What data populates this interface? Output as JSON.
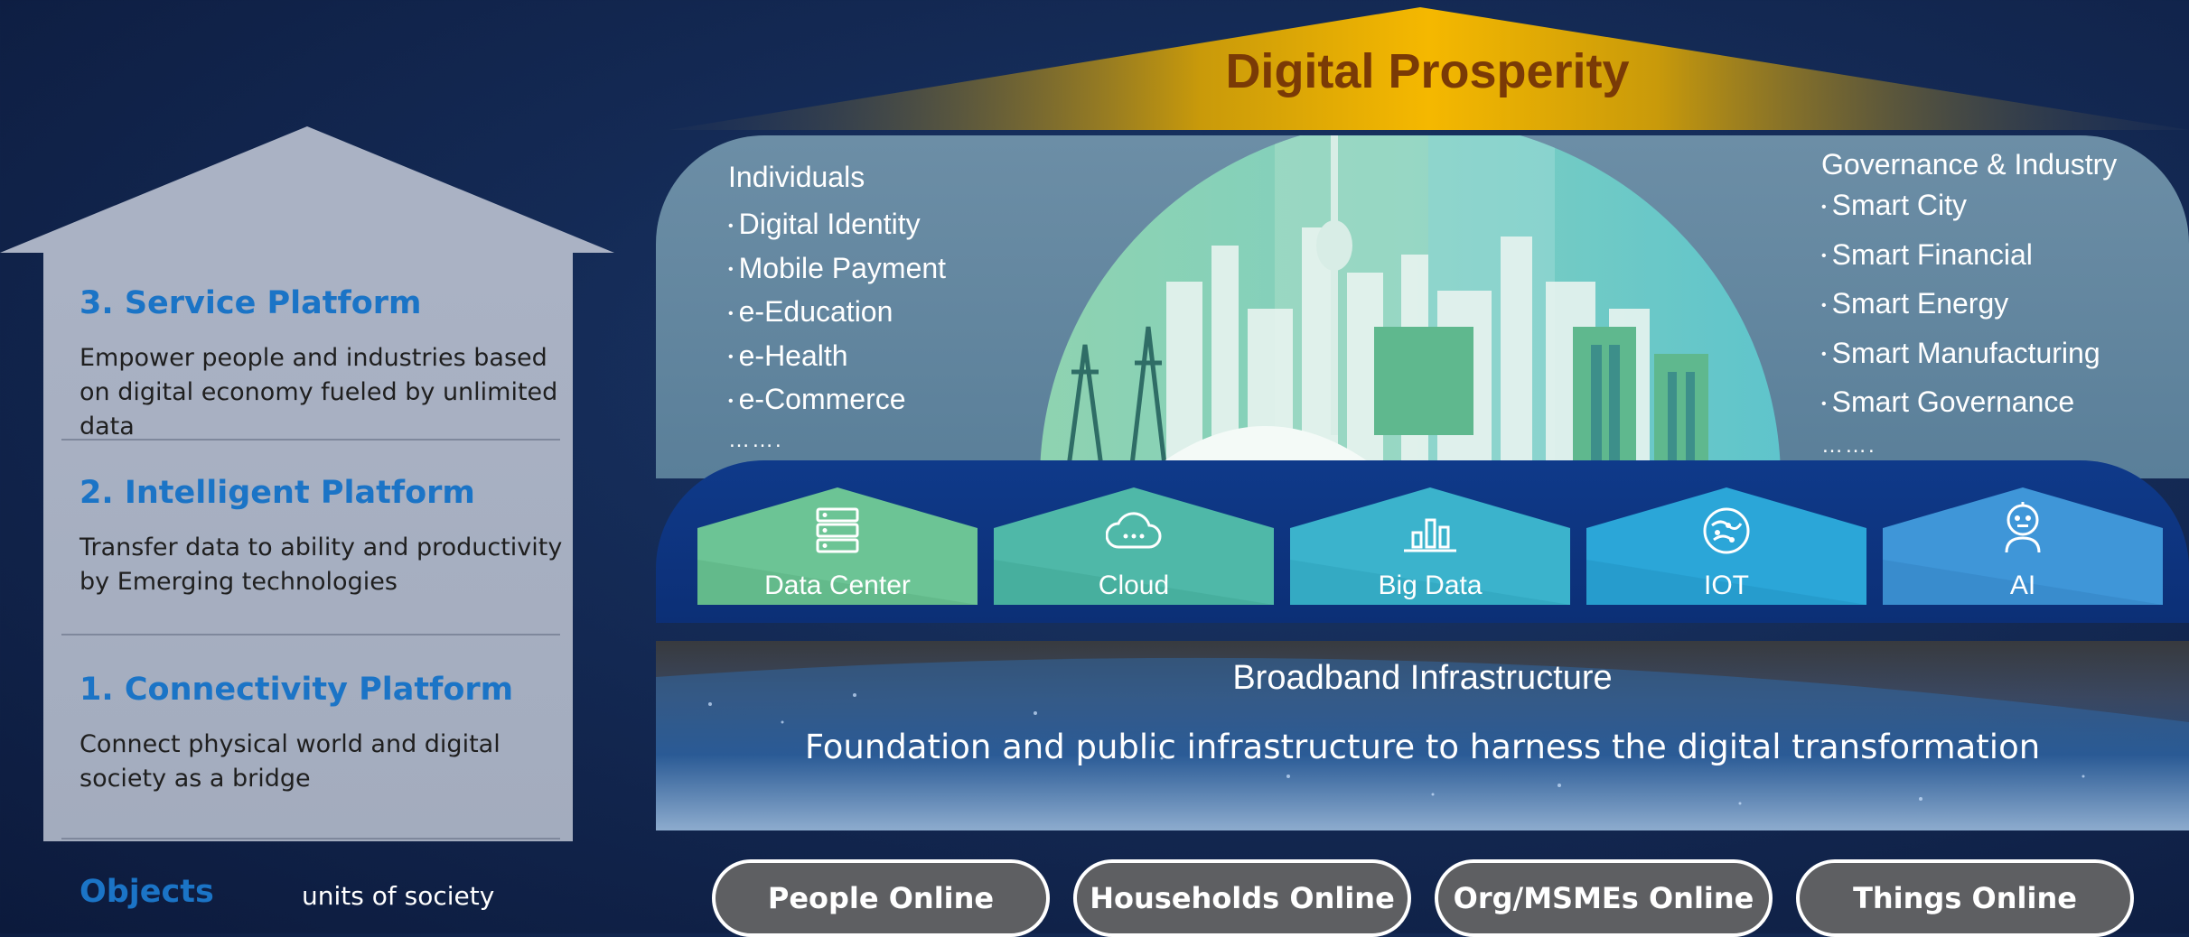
{
  "left_panel": {
    "platforms": [
      {
        "title": "3. Service Platform",
        "description": "Empower people and industries based on digital economy fueled by unlimited data"
      },
      {
        "title": "2. Intelligent Platform",
        "description": "Transfer data to ability and productivity by Emerging technologies"
      },
      {
        "title": "1. Connectivity Platform",
        "description": "Connect physical world and digital society as a bridge"
      }
    ],
    "objects_label": "Objects",
    "objects_description": "units of society"
  },
  "top": {
    "title": "Digital Prosperity"
  },
  "individuals": {
    "heading": "Individuals",
    "items": [
      "Digital Identity",
      "Mobile Payment",
      "e-Education",
      "e-Health",
      "e-Commerce"
    ],
    "more": "……."
  },
  "governance": {
    "heading": "Governance & Industry",
    "items": [
      "Smart City",
      "Smart Financial",
      "Smart Energy",
      "Smart Manufacturing",
      "Smart Governance"
    ],
    "more": "……."
  },
  "technologies": [
    {
      "label": "Data Center",
      "icon": "server-icon",
      "color": "#6cc495"
    },
    {
      "label": "Cloud",
      "icon": "cloud-icon",
      "color": "#4fb8a8"
    },
    {
      "label": "Big Data",
      "icon": "bar-chart-icon",
      "color": "#3bb3cc"
    },
    {
      "label": "IOT",
      "icon": "globe-network-icon",
      "color": "#2ba6d8"
    },
    {
      "label": "AI",
      "icon": "robot-icon",
      "color": "#3f96d8"
    }
  ],
  "broadband": {
    "title": "Broadband Infrastructure",
    "description": "Foundation and public infrastructure to harness the digital transformation"
  },
  "online": [
    "People Online",
    "Households Online",
    "Org/MSMEs  Online",
    "Things Online"
  ],
  "colors": {
    "platform_title": "#1b74c6",
    "prosperity_title": "#7a3a06",
    "gold": "#f2b705"
  }
}
